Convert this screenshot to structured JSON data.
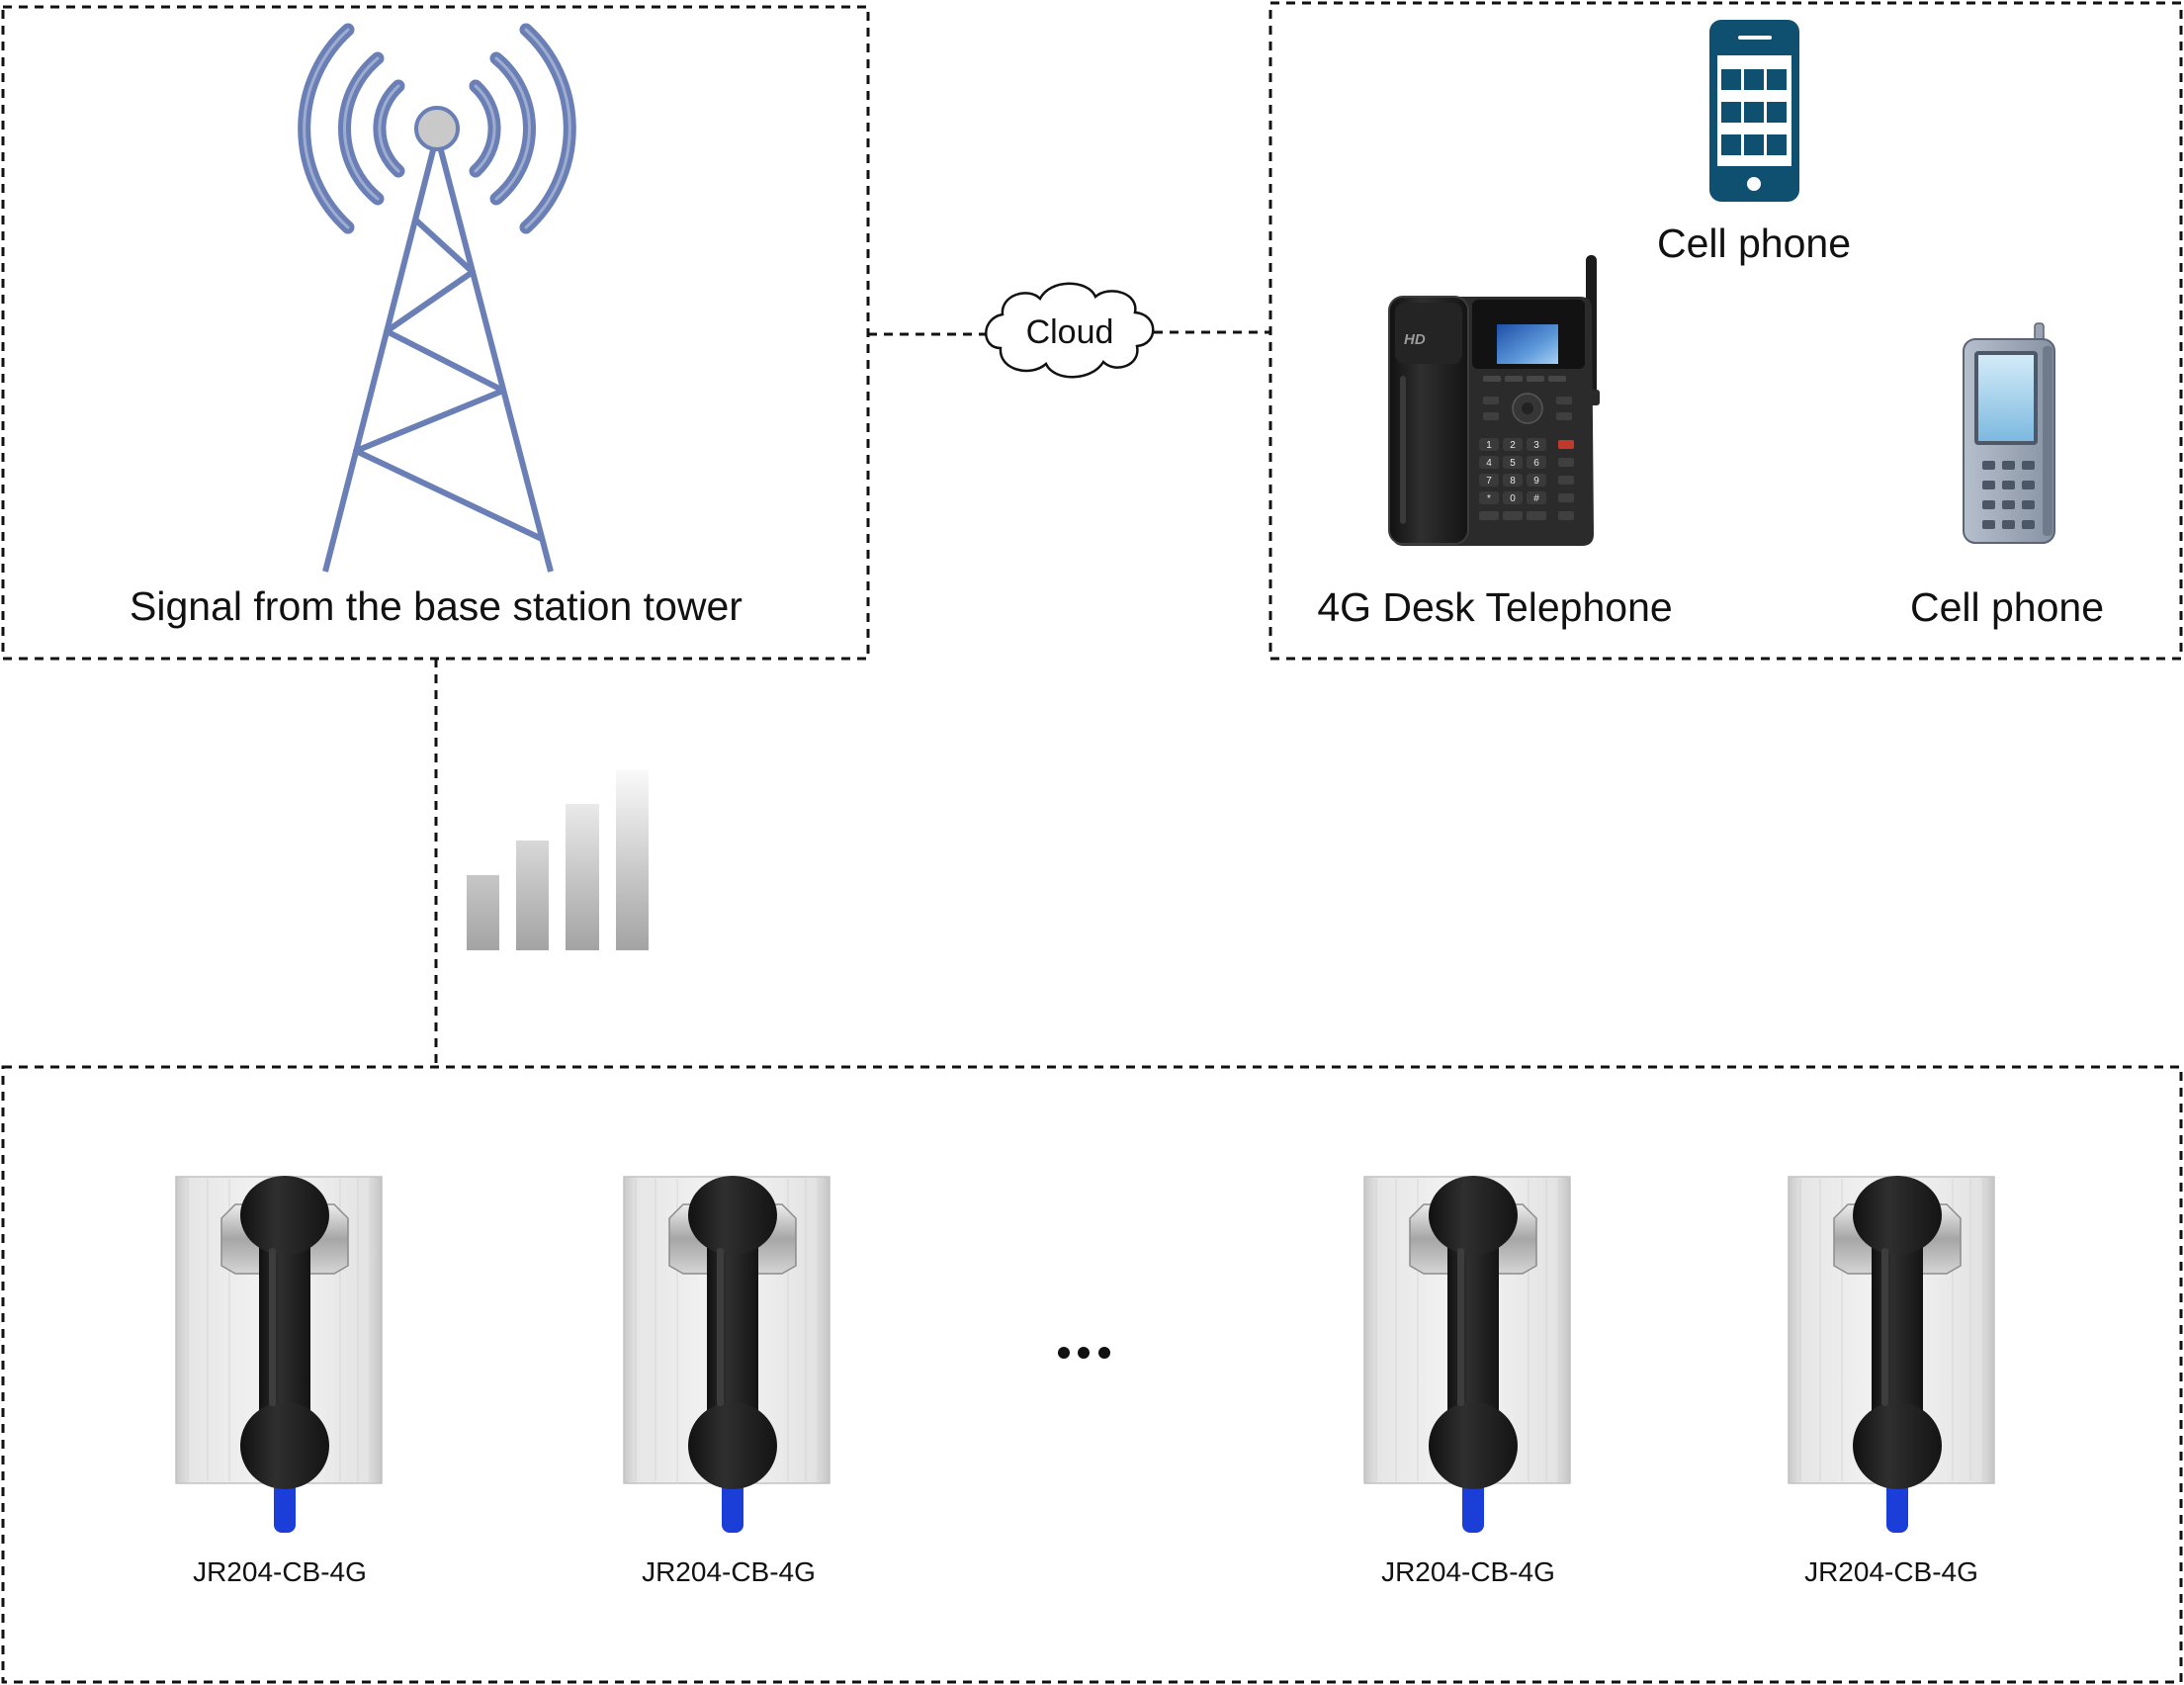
{
  "colors": {
    "tower": "#6A7FB5",
    "smartphone": "#0F4F6F",
    "cord": "#1B3DD8",
    "line": "#111111"
  },
  "base_station": {
    "icon": "cell-tower-icon",
    "label": "Signal from the base station tower"
  },
  "network": {
    "icon": "cloud-icon",
    "label": "Cloud"
  },
  "endpoints": {
    "smartphone": {
      "icon": "smartphone-icon",
      "label": "Cell phone"
    },
    "desk_phone": {
      "icon": "desk-telephone-icon",
      "label": "4G Desk Telephone",
      "handset_text": "HD",
      "keypad": [
        "1",
        "2",
        "3",
        "4",
        "5",
        "6",
        "7",
        "8",
        "9",
        "*",
        "0",
        "#"
      ]
    },
    "feature_phone": {
      "icon": "mobile-phone-icon",
      "label": "Cell phone"
    }
  },
  "signal": {
    "icon": "signal-strength-icon"
  },
  "terminals": {
    "items": [
      {
        "icon": "wall-mounted-telephone-icon",
        "label": "JR204-CB-4G"
      },
      {
        "icon": "wall-mounted-telephone-icon",
        "label": "JR204-CB-4G"
      },
      {
        "icon": "wall-mounted-telephone-icon",
        "label": "JR204-CB-4G"
      },
      {
        "icon": "wall-mounted-telephone-icon",
        "label": "JR204-CB-4G"
      }
    ],
    "more_icon": "ellipsis-icon"
  }
}
